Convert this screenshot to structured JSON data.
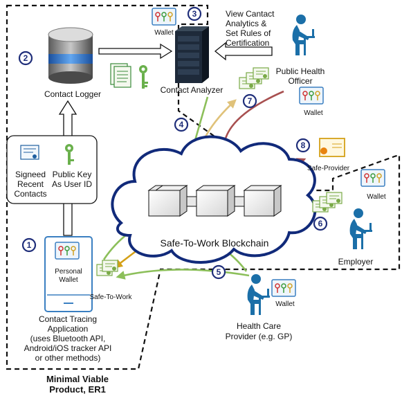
{
  "mvp_label": [
    "Minimal Viable",
    "Product, ER1"
  ],
  "steps": [
    "1",
    "2",
    "3",
    "4",
    "5",
    "6",
    "7",
    "8"
  ],
  "contact_logger": {
    "label": "Contact Logger"
  },
  "contact_analyzer": {
    "label": "Contact Analyzer"
  },
  "wallet_label": "Wallet",
  "view_analytics": [
    "View Cantact",
    "Analytics &",
    "Set Rules of",
    "Certification"
  ],
  "public_health_officer": [
    "Public Health",
    "Officer"
  ],
  "safe_provider": "Safe-Provider",
  "employer": "Employer",
  "health_care_provider": [
    "Health Care",
    "Provider (e.g. GP)"
  ],
  "blockchain": "Safe-To-Work Blockchain",
  "signed_contacts": [
    "Signeed",
    "Recent",
    "Contacts"
  ],
  "public_key": [
    "Public Key",
    "As User ID"
  ],
  "personal_wallet": [
    "Personal",
    "Wallet"
  ],
  "safe_to_work": "Safe-To-Work",
  "app_description": [
    "Contact Tracing",
    "Application",
    "(uses Bluetooth API,",
    "Android/iOS tracker API",
    "or other methods)"
  ],
  "colors": {
    "orange_arrow": "#d4a017",
    "green_arrow": "#8cbf5a",
    "red_arrow": "#a85050",
    "tan_arrow": "#e0c27a",
    "blue_circle": "#1f2e7a",
    "person": "#1b6fa8",
    "server": "#1e2a3a"
  }
}
